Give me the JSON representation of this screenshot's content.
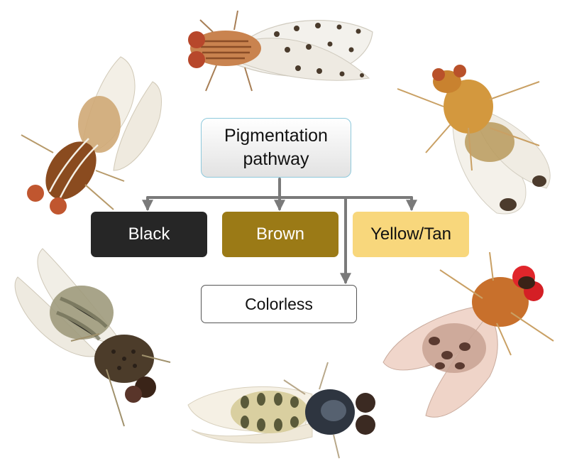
{
  "diagram": {
    "root": {
      "label": "Pigmentation pathway"
    },
    "outcomes": [
      {
        "label": "Black",
        "color": "#262626"
      },
      {
        "label": "Brown",
        "color": "#9b7a16"
      },
      {
        "label": "Yellow/Tan",
        "color": "#f8d77c"
      },
      {
        "label": "Colorless",
        "color": "#ffffff"
      }
    ]
  },
  "images": [
    {
      "icon": "fly-spotted-wings-icon"
    },
    {
      "icon": "fly-tan-spotted-wingtips-icon"
    },
    {
      "icon": "fly-red-eyes-patterned-abdomen-icon"
    },
    {
      "icon": "fly-dark-eyes-banded-abdomen-icon"
    },
    {
      "icon": "fly-dark-speckled-thorax-icon"
    },
    {
      "icon": "fly-striped-thorax-icon"
    }
  ],
  "colors": {
    "arrow": "#7a7a7a",
    "root_border": "#8ec9dc"
  }
}
